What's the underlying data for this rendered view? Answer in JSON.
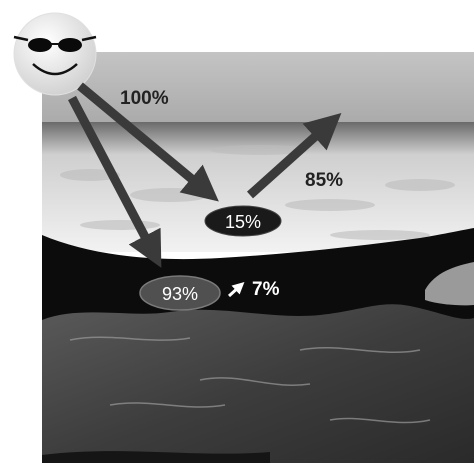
{
  "labels": {
    "incoming": "100%",
    "reflected_ice": "85%",
    "absorbed_ice": "15%",
    "absorbed_ocean": "93%",
    "reflected_ocean": "7%"
  },
  "colors": {
    "arrow": "#3a3a3a",
    "sky": "#bdbdbd",
    "ocean": "#0c0c0c",
    "ice": "#e9e9e9"
  },
  "icons": {
    "sun": "sun-with-sunglasses-icon"
  }
}
